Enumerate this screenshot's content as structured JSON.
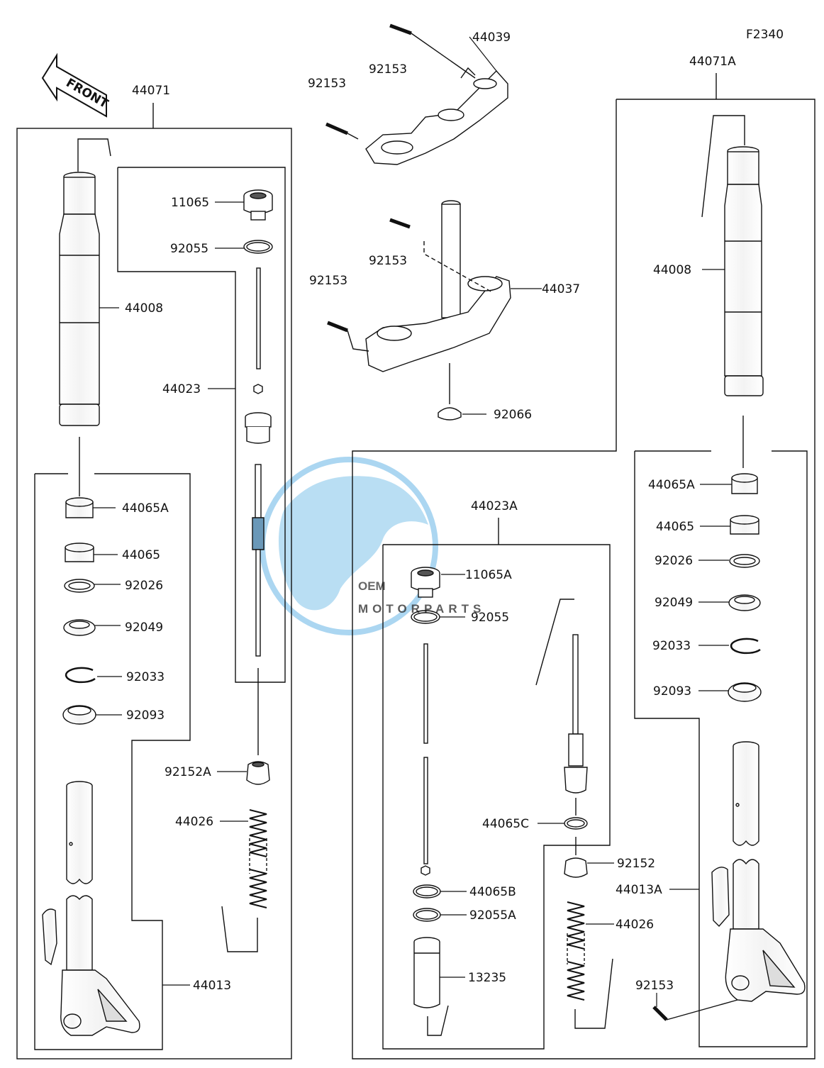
{
  "diagram_code": "F2340",
  "front_label": "FRONT",
  "watermark": {
    "logo": "OEM",
    "sub": "MOTORPARTS"
  },
  "colors": {
    "line": "#111111",
    "part_fill": "#ffffff",
    "watermark_blue": "#4aa8e0",
    "watermark_grey": "#b8b8b8"
  },
  "parts": {
    "p44071": "44071",
    "p44071A": "44071A",
    "p44039": "44039",
    "p44037": "44037",
    "p44023": "44023",
    "p44023A": "44023A",
    "p44008_l": "44008",
    "p44008_r": "44008",
    "p11065": "11065",
    "p11065A": "11065A",
    "p92055_top": "92055",
    "p92055_a": "92055",
    "p92055A": "92055A",
    "p92153_1": "92153",
    "p92153_2": "92153",
    "p92153_3": "92153",
    "p92153_4": "92153",
    "p92153_5": "92153",
    "p92066": "92066",
    "p44065A_l": "44065A",
    "p44065A_r": "44065A",
    "p44065_l": "44065",
    "p44065_r": "44065",
    "p92026_l": "92026",
    "p92026_r": "92026",
    "p92049_l": "92049",
    "p92049_r": "92049",
    "p92033_l": "92033",
    "p92033_r": "92033",
    "p92093_l": "92093",
    "p92093_r": "92093",
    "p92152A": "92152A",
    "p92152": "92152",
    "p44026_l": "44026",
    "p44026_r": "44026",
    "p44013": "44013",
    "p44013A": "44013A",
    "p44065C": "44065C",
    "p44065B": "44065B",
    "p13235": "13235"
  }
}
